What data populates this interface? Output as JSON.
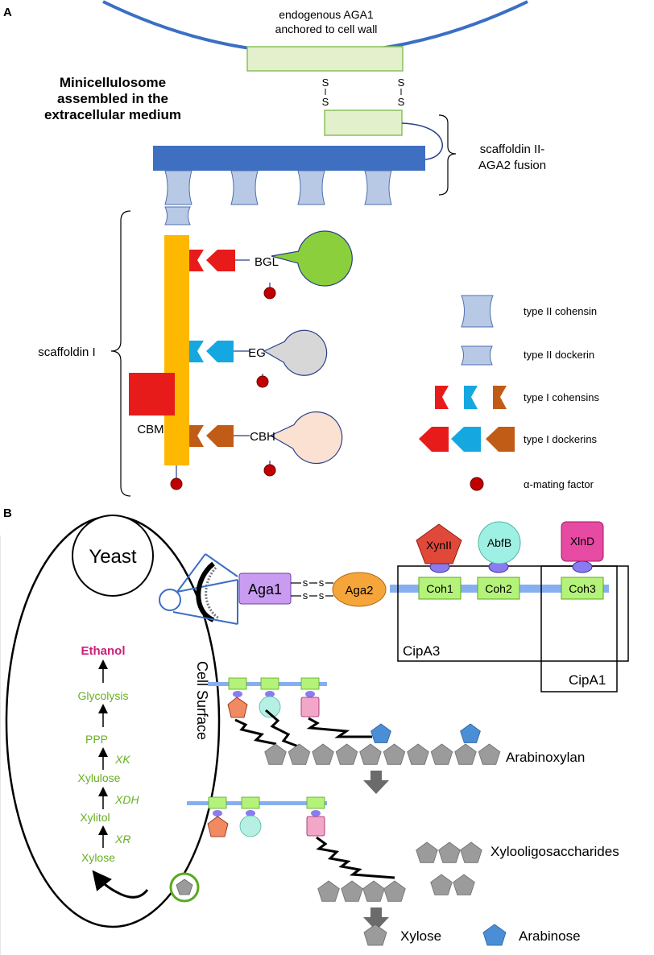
{
  "panelA": {
    "label": "A",
    "aga1_label_line1": "endogenous AGA1",
    "aga1_label_line2": "anchored to cell wall",
    "title_line1": "Minicellulosome",
    "title_line2": "assembled in the",
    "title_line3": "extracellular medium",
    "ss_label": "S",
    "scaffoldin2_line1": "scaffoldin II-",
    "scaffoldin2_line2": "AGA2 fusion",
    "scaffoldin1": "scaffoldin I",
    "cbm": "CBM",
    "enzymes": [
      "BGL",
      "EG",
      "CBH"
    ],
    "legend": [
      "type II cohensin",
      "type II dockerin",
      "type I cohensins",
      "type I dockerins",
      "α-mating factor"
    ],
    "colors": {
      "cell_wall": "#3a6fc4",
      "aga_box": "#e3f0cc",
      "scaffoldin2_bar": "#3f6fc0",
      "cohesin2": "#b8c9e6",
      "scaffoldin1_bar": "#ffb800",
      "red": "#e81b1b",
      "cyan": "#15a8e0",
      "brown": "#c15c17",
      "bgl": "#8ccf3c",
      "eg": "#d7d7d7",
      "cbh": "#fbe1d2",
      "alpha_factor": "#c00000"
    }
  },
  "panelB": {
    "label": "B",
    "yeast": "Yeast",
    "cell_surface": "Cell Surface",
    "pathway": [
      "Ethanol",
      "Glycolysis",
      "PPP",
      "XK",
      "Xylulose",
      "XDH",
      "Xylitol",
      "XR",
      "Xylose"
    ],
    "aga1": "Aga1",
    "aga2": "Aga2",
    "ss": "s",
    "enzymes": [
      "XynII",
      "AbfB",
      "XlnD"
    ],
    "cohesins": [
      "Coh1",
      "Coh2",
      "Coh3"
    ],
    "cipa3": "CipA3",
    "cipa1": "CipA1",
    "arabinoxylan": "Arabinoxylan",
    "xylooligo": "Xylooligosaccharides",
    "legend_xylose": "Xylose",
    "legend_arabinose": "Arabinose",
    "colors": {
      "ethanol": "#cc1f78",
      "pathway": "#6ab023",
      "aga1": "#c99cf2",
      "aga2": "#f6a53b",
      "coh": "#b4f27a",
      "linker": "#86aff0",
      "xynii": "#e0493a",
      "abfb": "#9ff0e4",
      "xlnd": "#e64aa3",
      "xylose": "#9b9b9b",
      "arabinose": "#4a8fd6"
    }
  }
}
